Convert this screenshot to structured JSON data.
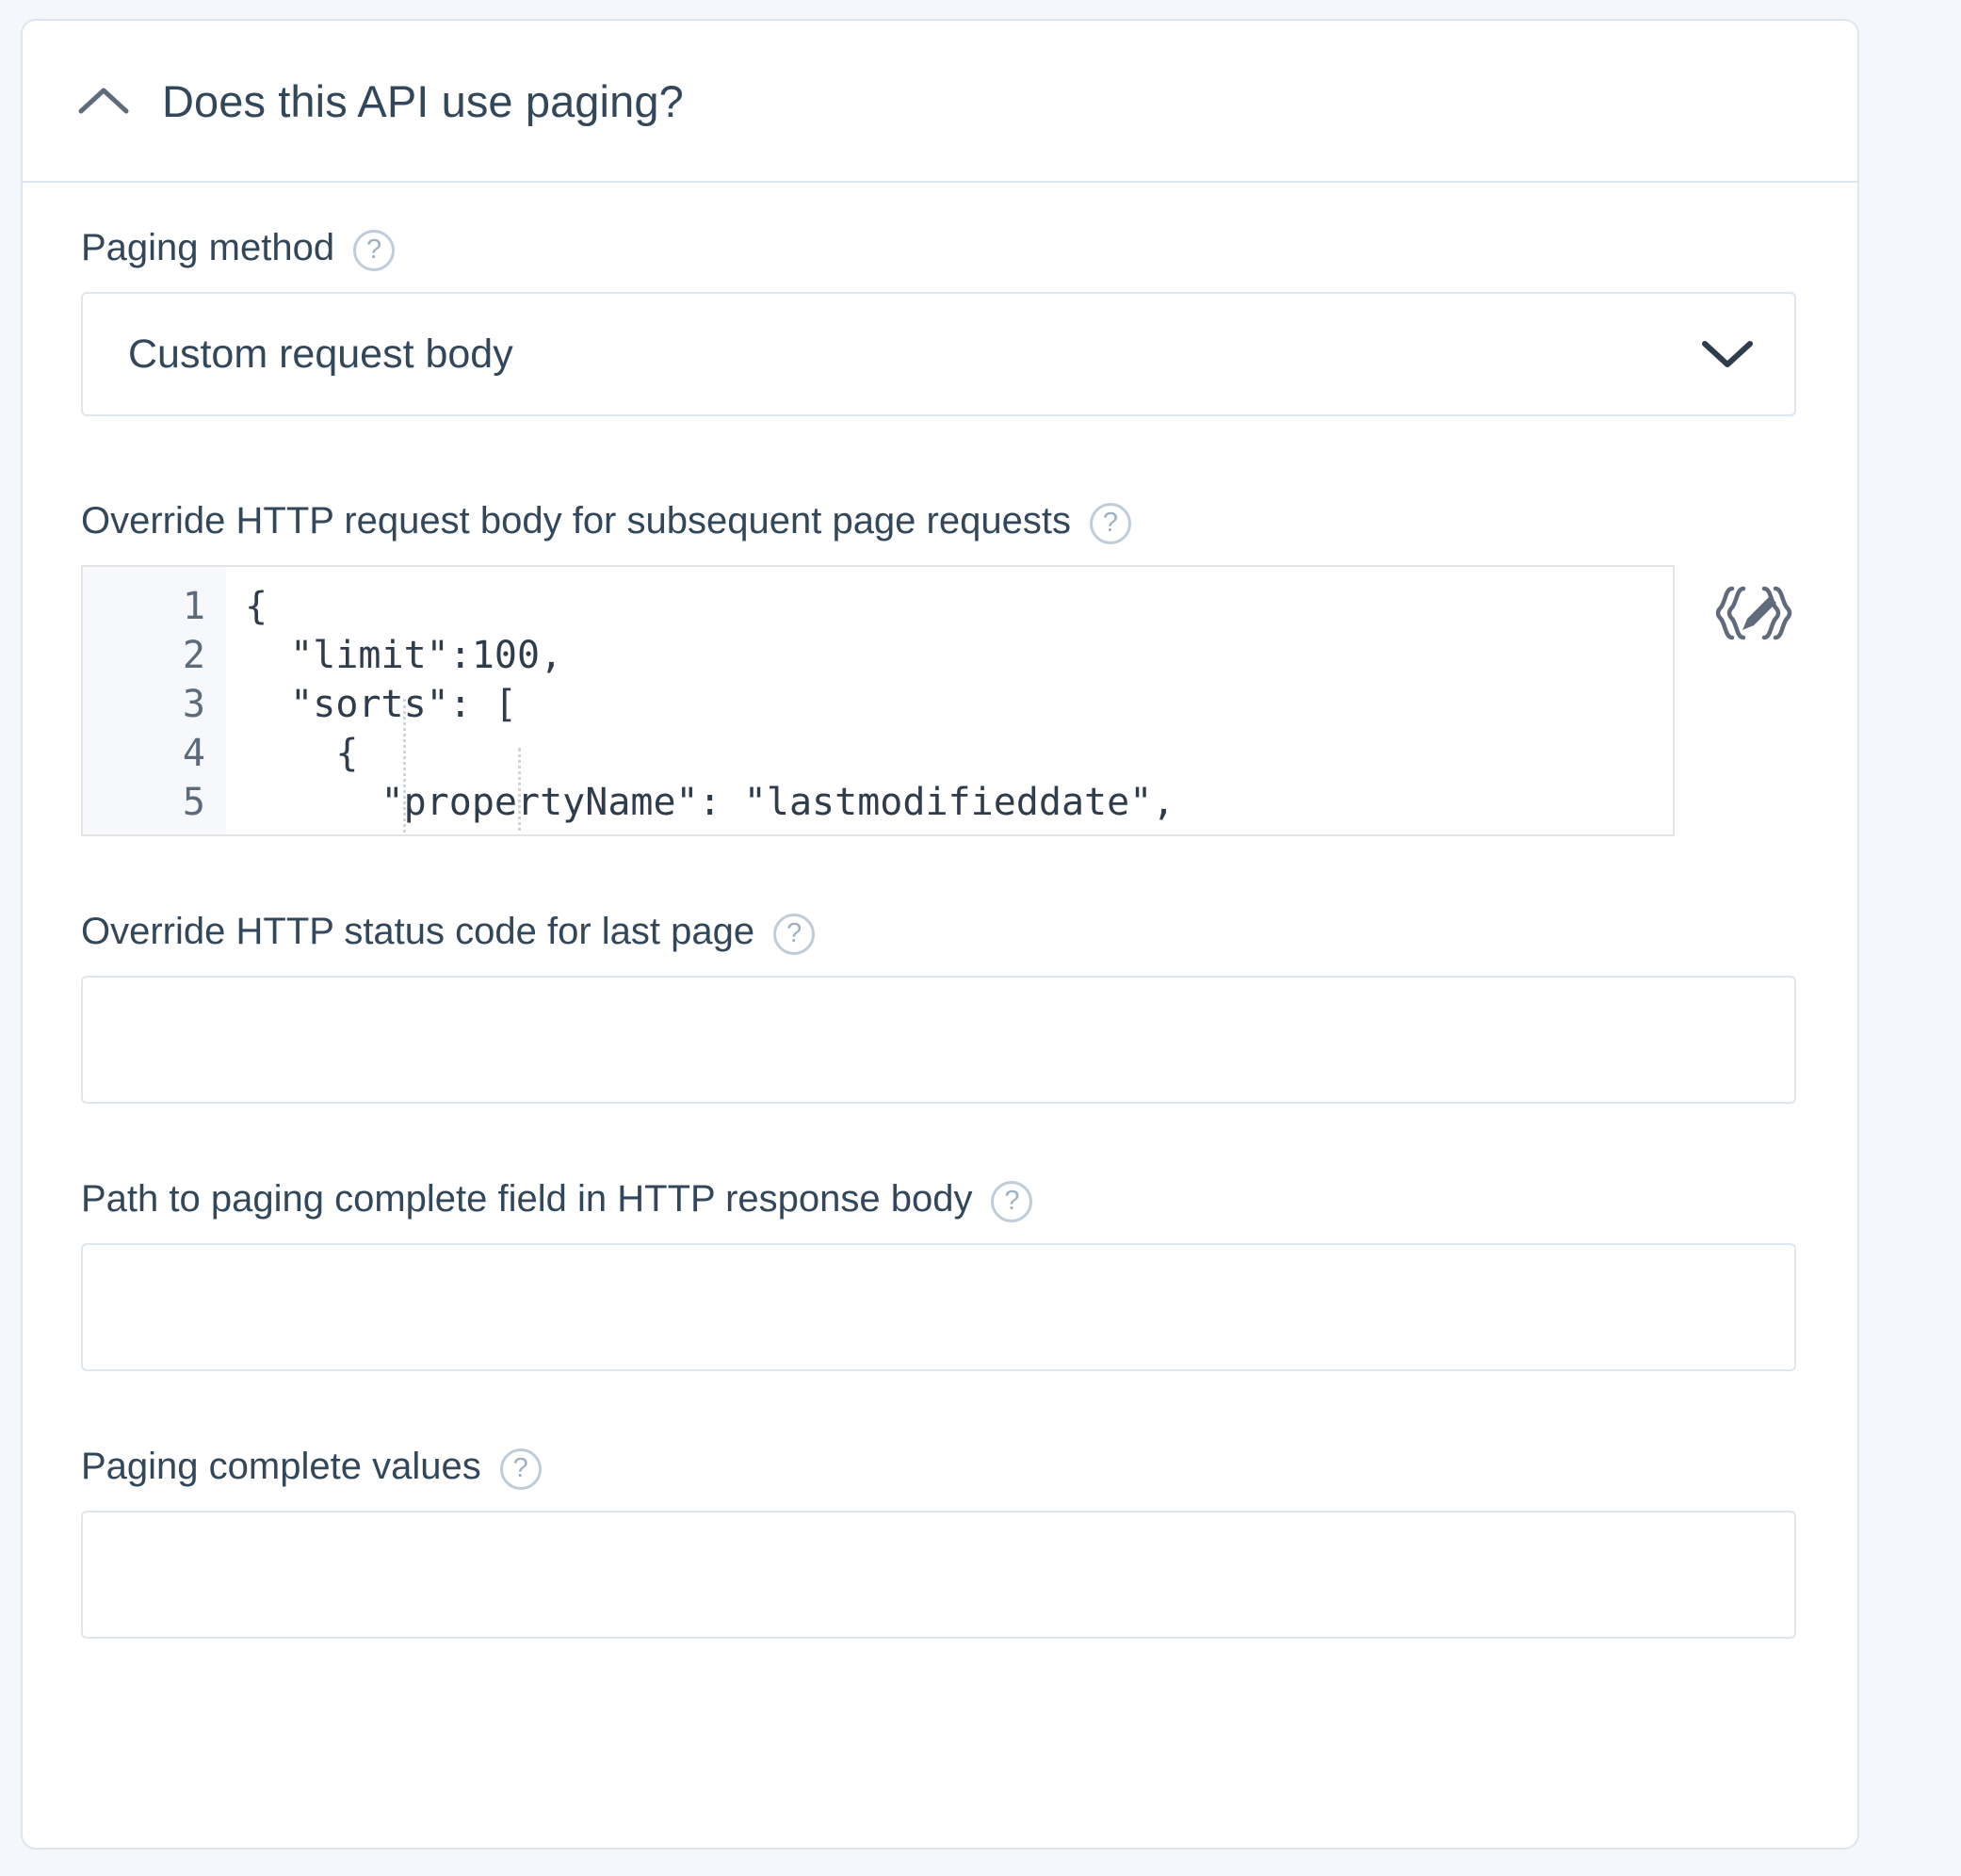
{
  "section": {
    "title": "Does this API use paging?",
    "expanded": true,
    "collapse_icon": "chevron-up-icon"
  },
  "fields": {
    "paging_method": {
      "label": "Paging method",
      "help_icon": "help-circle-icon",
      "selected_value": "Custom request body",
      "dropdown_icon": "chevron-down-icon"
    },
    "override_request_body": {
      "label": "Override HTTP request body for subsequent page requests",
      "help_icon": "help-circle-icon",
      "expression_icon": "json-edit-icon",
      "code_lines": [
        {
          "number": "1",
          "text": "{"
        },
        {
          "number": "2",
          "text": "  \"limit\":100,"
        },
        {
          "number": "3",
          "text": "  \"sorts\": ["
        },
        {
          "number": "4",
          "text": "    {"
        },
        {
          "number": "5",
          "text": "      \"propertyName\": \"lastmodifieddate\","
        }
      ]
    },
    "override_status_code": {
      "label": "Override HTTP status code for last page",
      "help_icon": "help-circle-icon",
      "value": "",
      "placeholder": ""
    },
    "paging_complete_path": {
      "label": "Path to paging complete field in HTTP response body",
      "help_icon": "help-circle-icon",
      "value": "",
      "placeholder": ""
    },
    "paging_complete_values": {
      "label": "Paging complete values",
      "help_icon": "help-circle-icon",
      "value": "",
      "placeholder": ""
    }
  },
  "colors": {
    "page_background": "#f4f7fb",
    "card_background": "#ffffff",
    "card_border": "#dde5ee",
    "text_primary": "#33475b",
    "input_border": "#dfe6ee",
    "help_icon_border": "#bfcdda",
    "gutter_background": "#f6f8fb",
    "code_text": "#2f3c4b"
  }
}
